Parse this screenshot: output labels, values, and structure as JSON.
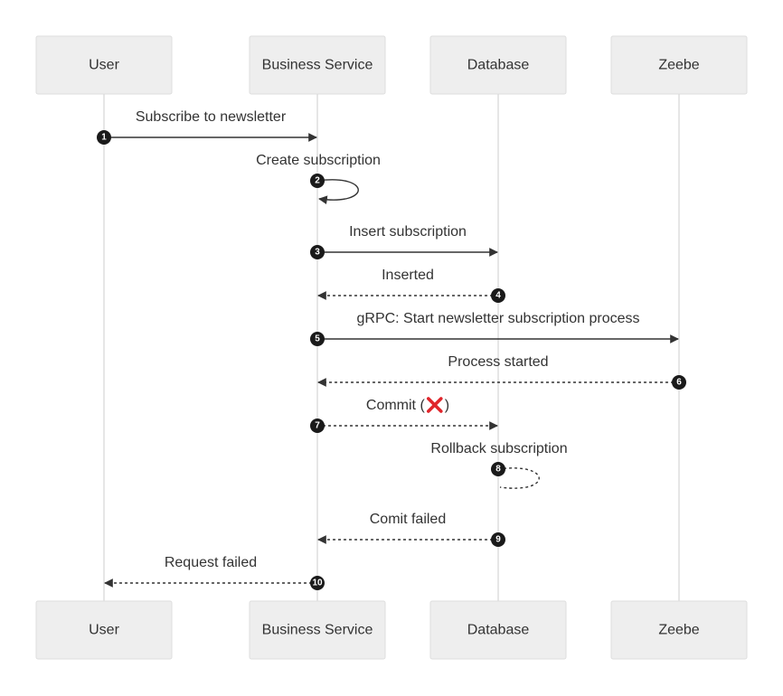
{
  "actors": [
    {
      "id": "user",
      "label": "User"
    },
    {
      "id": "business",
      "label": "Business Service"
    },
    {
      "id": "database",
      "label": "Database"
    },
    {
      "id": "zeebe",
      "label": "Zeebe"
    }
  ],
  "messages": [
    {
      "seq": "1",
      "from": "user",
      "to": "business",
      "label": "Subscribe to newsletter",
      "style": "solid"
    },
    {
      "seq": "2",
      "from": "business",
      "to": "business",
      "label": "Create subscription",
      "style": "solid"
    },
    {
      "seq": "3",
      "from": "business",
      "to": "database",
      "label": "Insert subscription",
      "style": "solid"
    },
    {
      "seq": "4",
      "from": "database",
      "to": "business",
      "label": "Inserted",
      "style": "dotted"
    },
    {
      "seq": "5",
      "from": "business",
      "to": "zeebe",
      "label": "gRPC: Start newsletter subscription process",
      "style": "solid"
    },
    {
      "seq": "6",
      "from": "zeebe",
      "to": "business",
      "label": "Process started",
      "style": "dotted"
    },
    {
      "seq": "7",
      "from": "business",
      "to": "database",
      "label": "Commit (",
      "label_icon": "cross-mark-icon",
      "label_suffix": ")",
      "style": "dotted"
    },
    {
      "seq": "8",
      "from": "database",
      "to": "database",
      "label": "Rollback subscription",
      "style": "dotted"
    },
    {
      "seq": "9",
      "from": "database",
      "to": "business",
      "label": "Comit failed",
      "style": "dotted"
    },
    {
      "seq": "10",
      "from": "business",
      "to": "user",
      "label": "Request failed",
      "style": "dotted"
    }
  ],
  "colors": {
    "actor_fill": "#eeeeee",
    "actor_border": "#dddddd",
    "lifeline": "#cccccc",
    "line": "#333333",
    "cross": "#e0242a"
  }
}
